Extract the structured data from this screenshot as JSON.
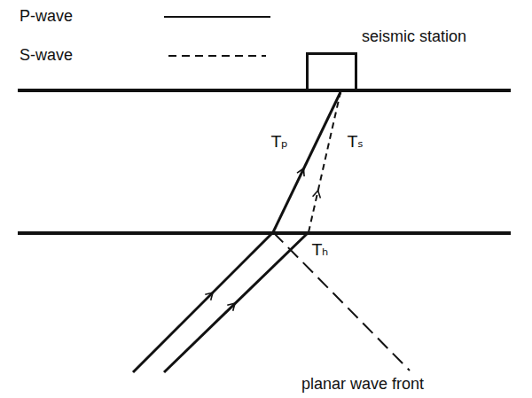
{
  "diagram": {
    "nodes": [
      {
        "text": [
          "seismic station"
        ]
      }
    ],
    "labels": [
      "Tₚ",
      "Tₛ",
      "Tₕ",
      "planar wave front"
    ],
    "legend": [
      {
        "text": "P-wave"
      },
      {
        "text": "S-wave"
      }
    ]
  }
}
